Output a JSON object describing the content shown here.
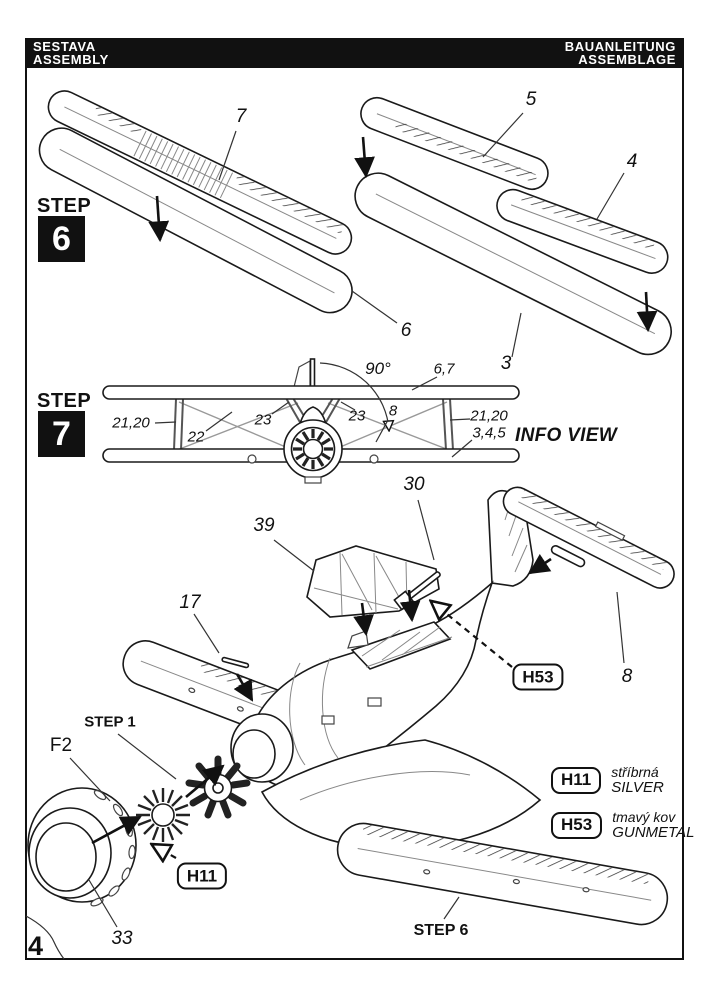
{
  "header": {
    "left_line1": "SESTAVA",
    "left_line2": "ASSEMBLY",
    "right_line1": "BAUANLEITUNG",
    "right_line2": "ASSEMBLAGE"
  },
  "page_number": "4",
  "step6": {
    "label": "STEP",
    "number": "6",
    "left_diagram": {
      "callout_top_wing": "7",
      "callout_bottom_wing": "6"
    },
    "right_diagram": {
      "callout_left_upper_wing": "5",
      "callout_right_upper_wing": "4",
      "callout_lower_wing": "3"
    }
  },
  "step7": {
    "label": "STEP",
    "number": "7",
    "info_view": "INFO VIEW",
    "callouts": {
      "left_struts": "21,20",
      "left_rigging": "22",
      "left_cabane_strut": "23",
      "right_cabane_strut": "23",
      "aerial_mast": "8",
      "angle": "90°",
      "top_wing": "6,7",
      "right_struts": "21,20",
      "lower_wing": "3,4,5"
    }
  },
  "main_assembly": {
    "callouts": {
      "canopy": "39",
      "machine_gun": "30",
      "pitot_tube": "17",
      "tailplane": "8",
      "etched_engine_ring": "F2",
      "cowling": "33"
    },
    "references": {
      "step1": "STEP 1",
      "step6": "STEP 6"
    },
    "paint_callouts": {
      "gun": "H53",
      "engine_ring": "H11"
    }
  },
  "legend": {
    "items": [
      {
        "code": "H11",
        "name_local": "stříbrná",
        "name_en": "SILVER"
      },
      {
        "code": "H53",
        "name_local": "tmavý kov",
        "name_en": "GUNMETAL"
      }
    ]
  },
  "colors": {
    "ink": "#1a1a1a",
    "paper": "#ffffff",
    "header_bg": "#111111"
  }
}
